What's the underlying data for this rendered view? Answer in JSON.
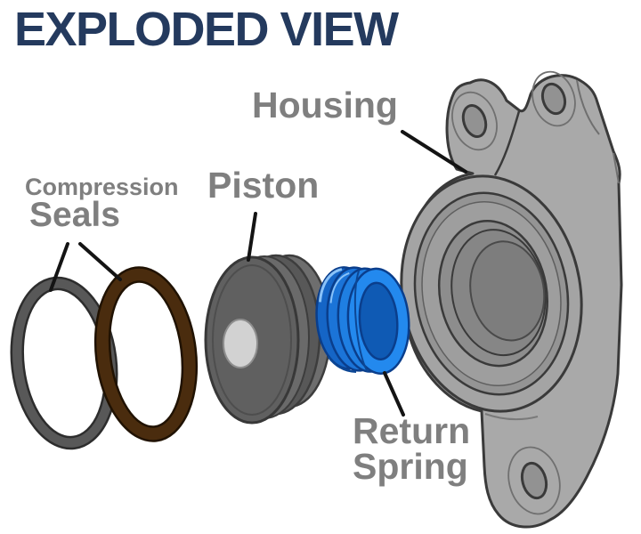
{
  "title": "EXPLODED VIEW",
  "labels": {
    "housing": "Housing",
    "piston": "Piston",
    "compression_seals": {
      "line1": "Compression",
      "line2": "Seals"
    },
    "return_spring": {
      "line1": "Return",
      "line2": "Spring"
    }
  },
  "parts": [
    {
      "name": "compression-seal-outer",
      "color": "#585858"
    },
    {
      "name": "compression-seal-inner",
      "color": "#4a2c0e"
    },
    {
      "name": "piston",
      "color": "#606060"
    },
    {
      "name": "return-spring",
      "color": "#1f7fe2"
    },
    {
      "name": "housing",
      "color": "#a9a9a9"
    }
  ],
  "colors": {
    "title_text": "#243a5e",
    "label_text": "#7f7f7f",
    "leader_line": "#141414",
    "background": "#ffffff"
  }
}
